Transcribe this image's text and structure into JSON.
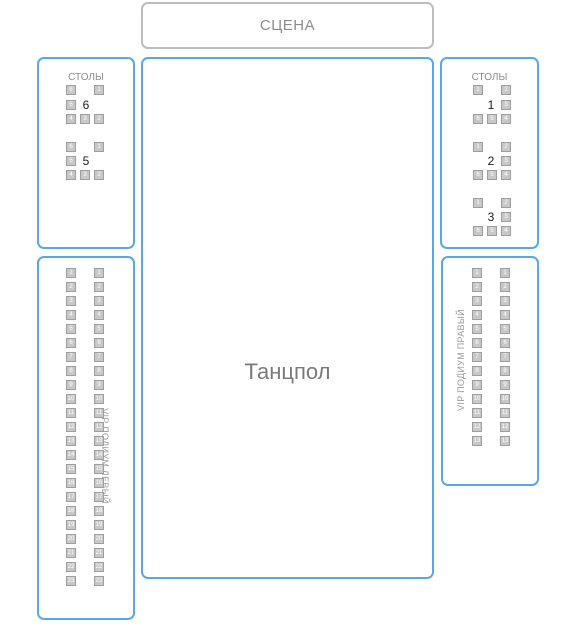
{
  "stage": {
    "label": "СЦЕНА"
  },
  "dance_floor": {
    "label": "Танцпол"
  },
  "tables_left": {
    "title": "СТОЛЫ",
    "tables": [
      {
        "number": "6",
        "seats": [
          "6",
          "1",
          "5",
          "4",
          "3",
          "2"
        ]
      },
      {
        "number": "5",
        "seats": [
          "6",
          "1",
          "5",
          "4",
          "3",
          "2"
        ]
      }
    ]
  },
  "tables_right": {
    "title": "СТОЛЫ",
    "tables": [
      {
        "number": "1",
        "seats": [
          "1",
          "2",
          "3",
          "6",
          "5",
          "4"
        ]
      },
      {
        "number": "2",
        "seats": [
          "1",
          "2",
          "3",
          "6",
          "5",
          "4"
        ]
      },
      {
        "number": "3",
        "seats": [
          "1",
          "2",
          "3",
          "6",
          "5",
          "4"
        ]
      }
    ]
  },
  "vip_left": {
    "label": "VIP ПОДИУМ ЛЕВЫЙ",
    "columns": [
      [
        "1",
        "2",
        "3",
        "4",
        "5",
        "6",
        "7",
        "8",
        "9",
        "10",
        "11",
        "12",
        "13",
        "14",
        "15",
        "16",
        "17",
        "18",
        "19",
        "20",
        "21",
        "22",
        "23"
      ],
      [
        "1",
        "2",
        "3",
        "4",
        "5",
        "6",
        "7",
        "8",
        "9",
        "10",
        "11",
        "12",
        "13",
        "14",
        "15",
        "16",
        "17",
        "18",
        "19",
        "20",
        "21",
        "22",
        "23"
      ]
    ]
  },
  "vip_right": {
    "label": "VIP ПОДИУМ ПРАВЫЙ",
    "columns": [
      [
        "1",
        "2",
        "3",
        "4",
        "5",
        "6",
        "7",
        "8",
        "9",
        "10",
        "11",
        "12",
        "13"
      ],
      [
        "1",
        "2",
        "3",
        "4",
        "5",
        "6",
        "7",
        "8",
        "9",
        "10",
        "11",
        "12",
        "13"
      ]
    ]
  }
}
